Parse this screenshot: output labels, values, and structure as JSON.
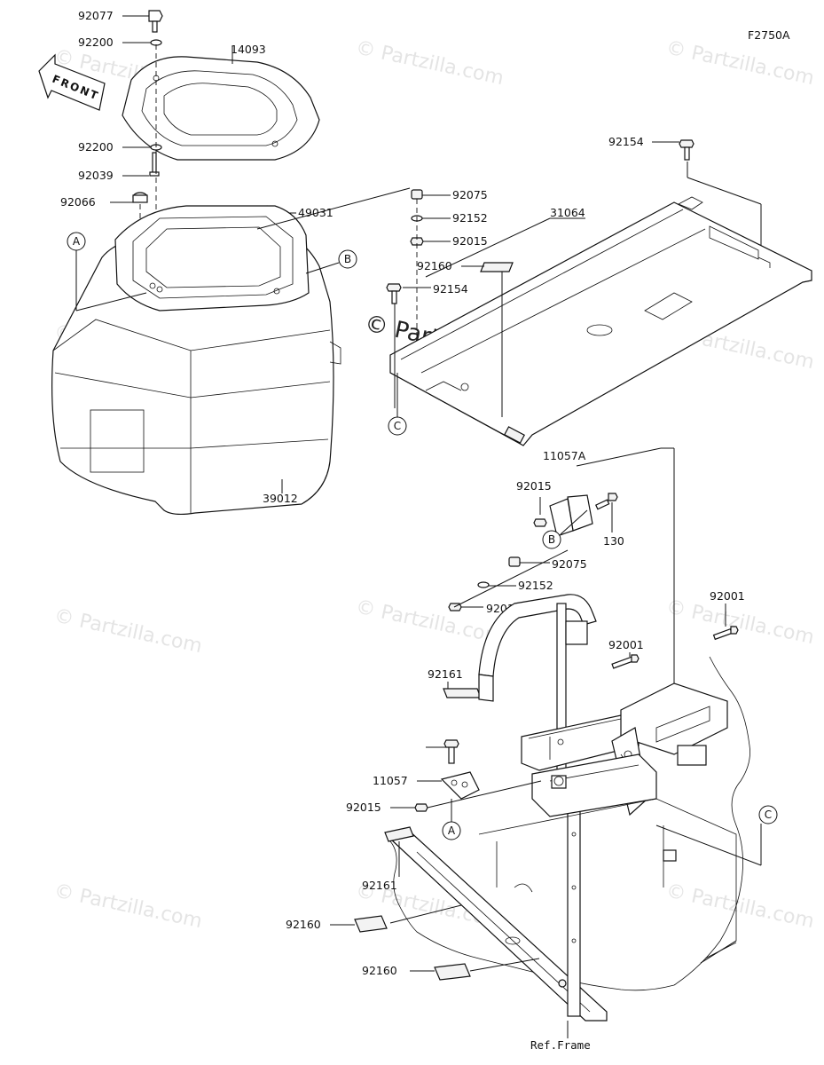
{
  "diagram_code": "F2750A",
  "front_label": "FRONT",
  "ref_frame": "Ref.Frame",
  "watermark_text": "© Partzilla.com",
  "watermark_center": "© Partzilla.com",
  "labels": {
    "p92077": "92077",
    "p92200a": "92200",
    "p14093": "14093",
    "p92200b": "92200",
    "p92039": "92039",
    "p92066": "92066",
    "p49031": "49031",
    "p39012": "39012",
    "p92154a": "92154",
    "p31064": "31064",
    "p92075a": "92075",
    "p92152a": "92152",
    "p92015a": "92015",
    "p92160a": "92160",
    "p92154b": "92154",
    "p11057A": "11057A",
    "p92015b": "92015",
    "p130": "130",
    "p92075b": "92075",
    "p92152b": "92152",
    "p92015c": "92015",
    "p92001a": "92001",
    "p92001b": "92001",
    "p92161a": "92161",
    "p11057": "11057",
    "p92015d": "92015",
    "p92161b": "92161",
    "p92160b": "92160",
    "p92160c": "92160"
  },
  "callouts": {
    "A": "A",
    "B": "B",
    "C": "C"
  }
}
